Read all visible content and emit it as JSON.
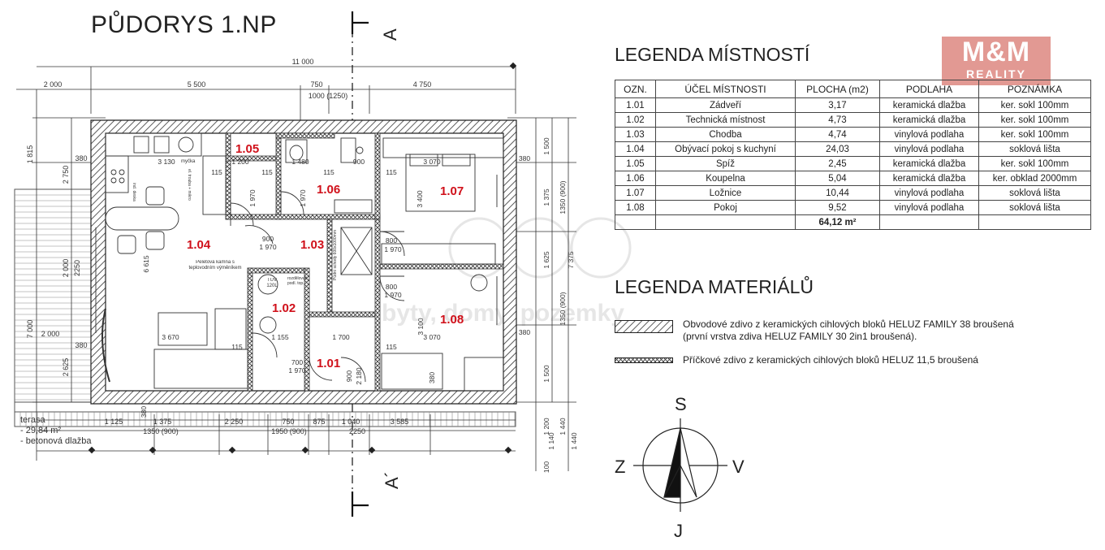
{
  "plan": {
    "title": "PŮDORYS 1.NP",
    "section_marks": [
      "A",
      "A´"
    ],
    "dims_top": [
      "11 000",
      "2 000",
      "5 500",
      "750",
      "4 750",
      "1000 (1250)"
    ],
    "dims_bottom": [
      "1 125",
      "1 375",
      "2 250",
      "750",
      "875",
      "1 040",
      "3 585",
      "1350 (900)",
      "1950 (900)",
      "2250"
    ],
    "dims_left": [
      "1 815",
      "2 750",
      "380",
      "2 000",
      "2250",
      "2 625",
      "7 000",
      "2 000",
      "380"
    ],
    "dims_right": [
      "1 500",
      "1 375",
      "1350 (900)",
      "1 625",
      "7 375",
      "1350 (900)",
      "1 500",
      "380",
      "380",
      "1 200",
      "1 440",
      "1 140",
      "1 440",
      "100"
    ],
    "dims_interior": [
      "3 130",
      "1 200",
      "1 480",
      "900",
      "3 070",
      "3 400",
      "1 970",
      "1 970",
      "900",
      "1 970",
      "800",
      "1 970",
      "800",
      "1 970",
      "3 670",
      "1 155",
      "1 700",
      "3 070",
      "3 100",
      "700",
      "1 970",
      "900",
      "2 180",
      "115",
      "115",
      "115",
      "115",
      "115",
      "115",
      "6 615",
      "380",
      "380"
    ],
    "room_labels": [
      "1.01",
      "1.02",
      "1.03",
      "1.04",
      "1.05",
      "1.06",
      "1.07",
      "1.08"
    ],
    "fixture_labels": [
      "myčka",
      "ind. deska",
      "el. trouba + mikro",
      "Peletová kamna s teplovodním výměníkem",
      "TUV 120L",
      "rozdělovač podl. top.",
      "Půdní schody 600x1000mm"
    ],
    "terrace_labels": [
      "terasa",
      "- 29,84 m²",
      "- betonová dlažba"
    ],
    "compass": {
      "north": "S",
      "south": "J",
      "west": "Z",
      "east": "V"
    },
    "watermark": "byty, domy, pozemky"
  },
  "logo": {
    "top": "M&M",
    "bottom": "REALITY"
  },
  "legend_rooms": {
    "title": "LEGENDA MÍSTNOSTÍ",
    "headers": [
      "OZN.",
      "ÚČEL MÍSTNOSTI",
      "PLOCHA (m2)",
      "PODLAHA",
      "POZNÁMKA"
    ],
    "rows": [
      [
        "1.01",
        "Zádveří",
        "3,17",
        "keramická dlažba",
        "ker. sokl 100mm"
      ],
      [
        "1.02",
        "Technická místnost",
        "4,73",
        "keramická dlažba",
        "ker. sokl 100mm"
      ],
      [
        "1.03",
        "Chodba",
        "4,74",
        "vinylová podlaha",
        "ker. sokl 100mm"
      ],
      [
        "1.04",
        "Obývací pokoj s kuchyní",
        "24,03",
        "vinylová podlaha",
        "soklová lišta"
      ],
      [
        "1.05",
        "Spíž",
        "2,45",
        "keramická dlažba",
        "ker. sokl 100mm"
      ],
      [
        "1.06",
        "Koupelna",
        "5,04",
        "keramická dlažba",
        "ker. obklad 2000mm"
      ],
      [
        "1.07",
        "Ložnice",
        "10,44",
        "vinylová podlaha",
        "soklová lišta"
      ],
      [
        "1.08",
        "Pokoj",
        "9,52",
        "vinylová podlaha",
        "soklová lišta"
      ]
    ],
    "total": "64,12 m²"
  },
  "legend_materials": {
    "title": "LEGENDA MATERIÁLŮ",
    "items": [
      {
        "line1": "Obvodové zdivo z keramických cihlových bloků HELUZ FAMILY 38 broušená",
        "line2": "(první vrstva zdiva HELUZ FAMILY 30 2in1 broušená)."
      },
      {
        "line1": "Příčkové zdivo z keramických cihlových bloků HELUZ 11,5 broušená",
        "line2": ""
      }
    ]
  },
  "colors": {
    "room_label": "#d0101a",
    "line": "#333333",
    "watermark": "#e3e3e3",
    "logo_bg": "#d9786f"
  }
}
